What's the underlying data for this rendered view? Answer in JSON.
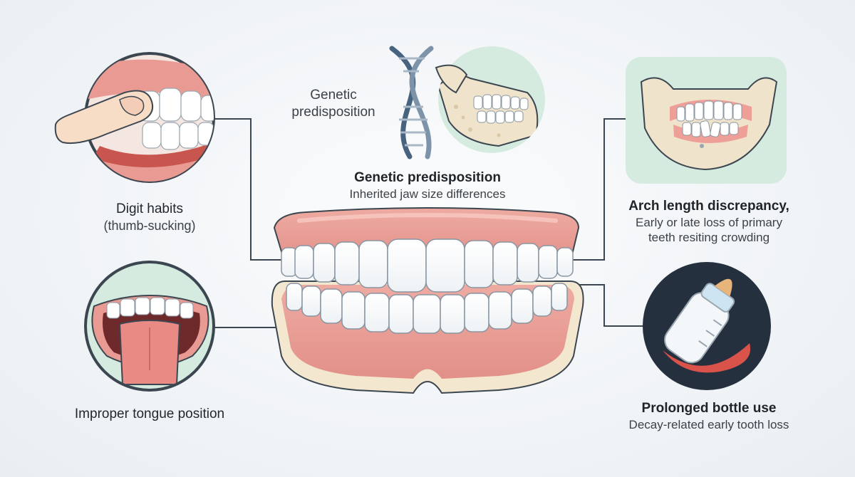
{
  "labels": {
    "digit_habits": {
      "title": "Digit habits",
      "subtitle": "(thumb-sucking)"
    },
    "genetic_small": {
      "line1": "Genetic",
      "line2": "predisposition"
    },
    "genetic_main": {
      "title": "Genetic predisposition",
      "subtitle": "Inherited jaw size differences"
    },
    "arch_length": {
      "title": "Arch length discrepancy,",
      "line2": "Early or late loss of primary",
      "line3": "teeth resiting crowding"
    },
    "tongue": {
      "title": "Improper tongue position"
    },
    "bottle": {
      "title": "Prolonged bottle use",
      "subtitle": "Decay-related early tooth loss"
    }
  },
  "colors": {
    "gum": "#e9a198",
    "tooth": "#ffffff",
    "bone": "#efe3cc",
    "line": "#3c4650",
    "mint": "#d6ebe0",
    "navy": "#24303e"
  }
}
